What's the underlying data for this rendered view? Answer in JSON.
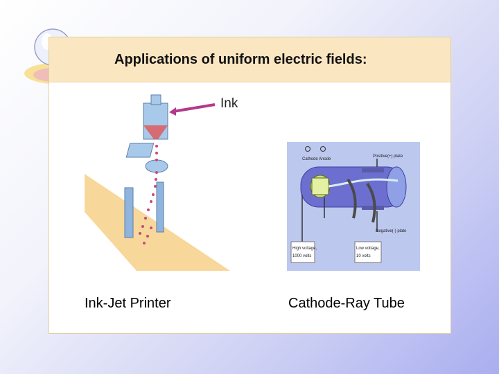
{
  "slide": {
    "title": "Applications of uniform electric fields:"
  },
  "figures": {
    "inkjet": {
      "label": "Ink",
      "caption": "Ink-Jet Printer"
    },
    "crt": {
      "caption": "Cathode-Ray Tube",
      "labels": {
        "cathode": "Cathode",
        "anode": "Anode",
        "positive_plate": "Positive(+) plate",
        "negative_plate": "Negative(-) plate",
        "high_voltage": "High voltage,",
        "high_voltage_value": "1000 volts",
        "low_voltage": "Low voltage,",
        "low_voltage_value": "10 volts"
      }
    }
  }
}
